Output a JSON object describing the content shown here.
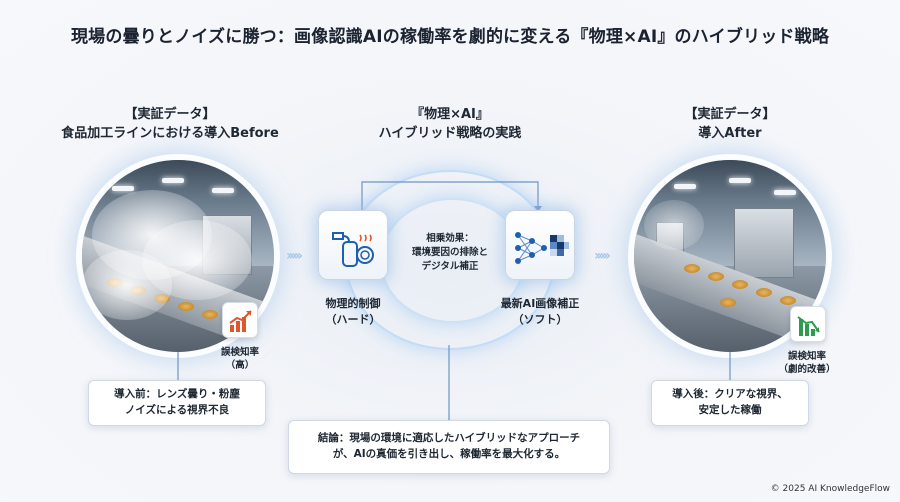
{
  "title": "現場の曇りとノイズに勝つ：画像認識AIの稼働率を劇的に変える『物理×AI』のハイブリッド戦略",
  "left": {
    "head_line1": "【実証データ】",
    "head_line2": "食品加工ラインにおける導入Before",
    "metric_line1": "誤検知率",
    "metric_line2": "（高）",
    "note_line1": "導入前：レンズ曇り・粉塵",
    "note_line2": "ノイズによる視界不良",
    "chart_icon": "rising-bar-chart-icon"
  },
  "center": {
    "head_line1": "『物理×AI』",
    "head_line2": "ハイブリッド戦略の実践",
    "effect_line1": "相乗効果：",
    "effect_line2": "環境要因の排除と",
    "effect_line3": "デジタル補正",
    "physical_line1": "物理的制御",
    "physical_line2": "（ハード）",
    "physical_icon": "heater-camera-icon",
    "ai_line1": "最新AI画像補正",
    "ai_line2": "（ソフト）",
    "ai_icon": "neural-network-icon"
  },
  "right": {
    "head_line1": "【実証データ】",
    "head_line2": "導入After",
    "metric_line1": "誤検知率",
    "metric_line2": "（劇的改善）",
    "note_line1": "導入後：クリアな視界、",
    "note_line2": "安定した稼働",
    "chart_icon": "falling-bar-chart-icon"
  },
  "conclusion": {
    "line1": "結論：現場の環境に適応したハイブリッドなアプローチ",
    "line2": "が、AIの真価を引き出し、稼働率を最大化する。"
  },
  "footer": "© 2025 AI KnowledgeFlow",
  "colors": {
    "accent": "#1f5fb0",
    "up": "#e0562c",
    "down": "#2e9b4f",
    "glow": "#9cc6f2"
  }
}
